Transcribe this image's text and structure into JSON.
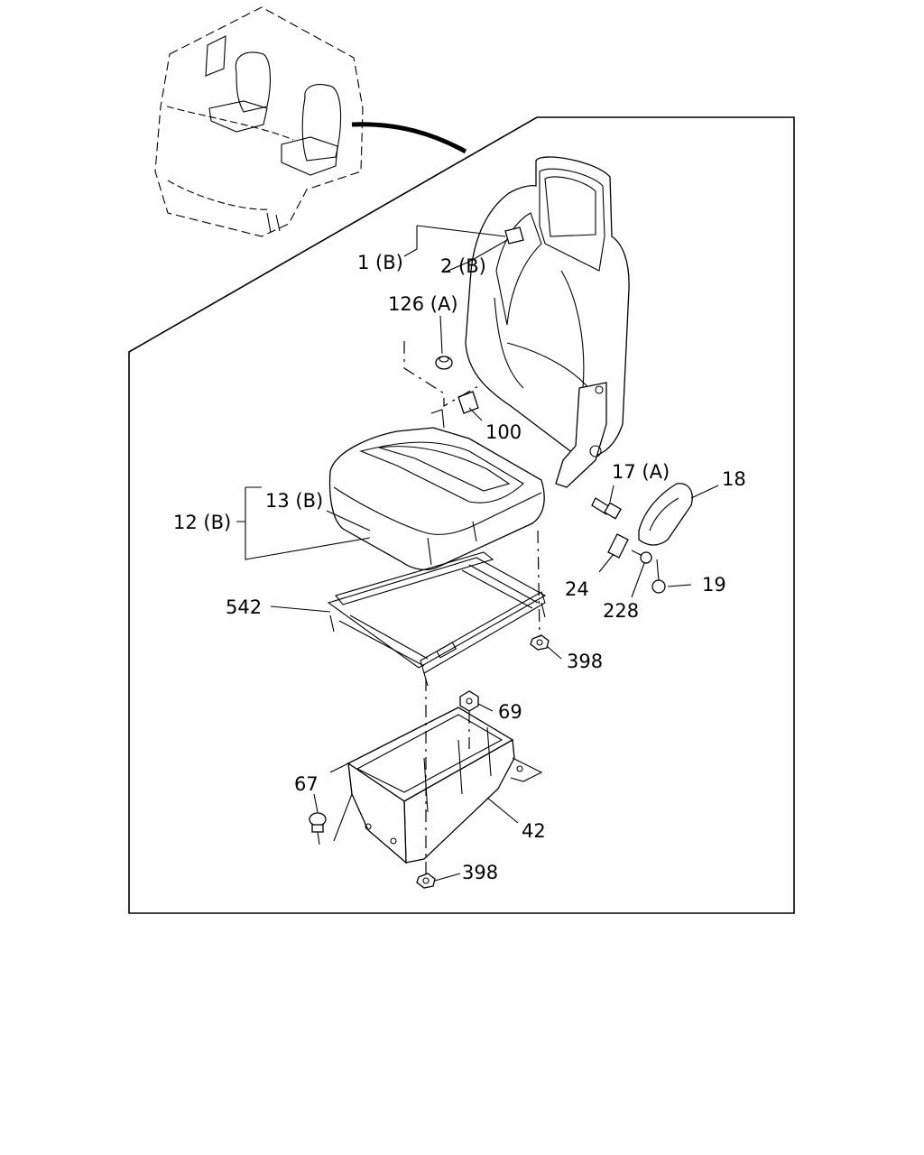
{
  "callouts": {
    "p1": "1 (B)",
    "p2": "2 (B)",
    "p126": "126 (A)",
    "p100": "100",
    "p17": "17 (A)",
    "p18": "18",
    "p13": "13 (B)",
    "p12": "12 (B)",
    "p24": "24",
    "p228": "228",
    "p19": "19",
    "p542": "542",
    "p398a": "398",
    "p69": "69",
    "p67": "67",
    "p42": "42",
    "p398b": "398"
  }
}
